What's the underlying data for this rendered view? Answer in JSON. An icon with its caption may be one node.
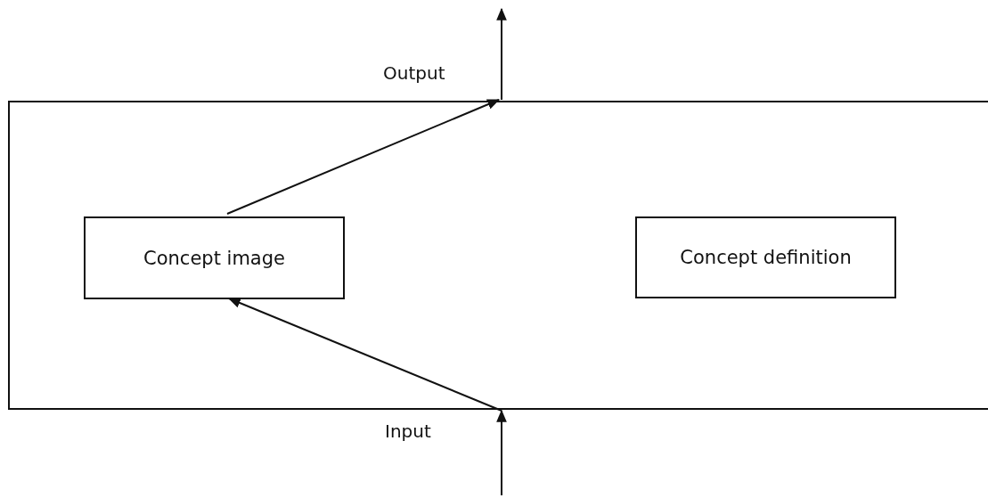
{
  "diagram": {
    "nodes": [
      {
        "text": [],
        "shape": "box"
      },
      {
        "text": [
          "Concept image"
        ],
        "in": 0
      },
      {
        "text": [
          "Concept definition"
        ],
        "in": 0
      }
    ],
    "edges": [
      {
        "from": null,
        "to": 0,
        "arrow": "to",
        "label": "Input"
      },
      {
        "from": 0,
        "to": 1,
        "arrow": "to"
      },
      {
        "from": 1,
        "to": 0,
        "arrow": "to"
      },
      {
        "from": 0,
        "to": null,
        "arrow": "to",
        "label": "Output"
      }
    ]
  }
}
